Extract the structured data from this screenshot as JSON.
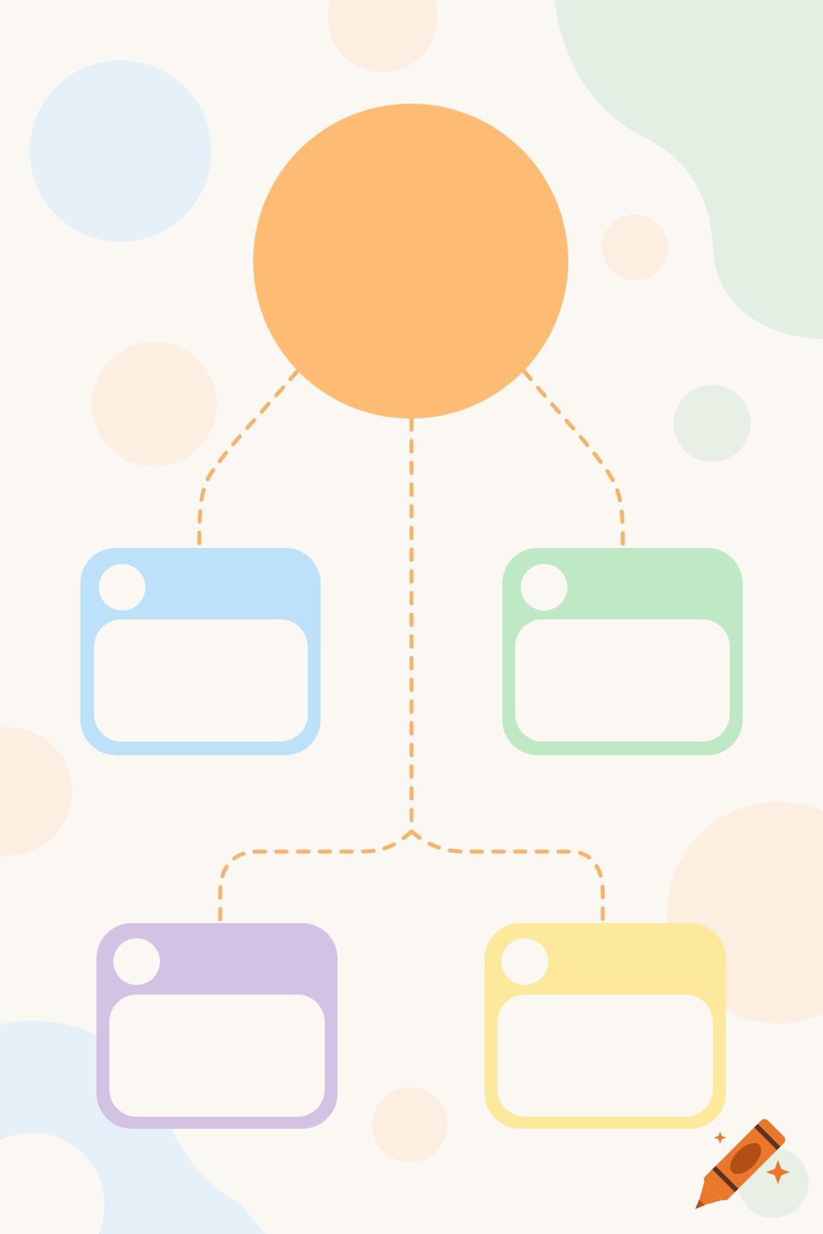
{
  "diagram": {
    "type": "hierarchy",
    "root": {
      "label": "",
      "color": "#fdbb74"
    },
    "connector_color": "#f5b46d",
    "cards": [
      {
        "id": "card-top-left",
        "label": "",
        "color": "#bde1f8",
        "header_dot": "white-circle"
      },
      {
        "id": "card-top-right",
        "label": "",
        "color": "#bfe8c4",
        "header_dot": "white-circle"
      },
      {
        "id": "card-bottom-left",
        "label": "",
        "color": "#d4c2e4",
        "header_dot": "white-circle"
      },
      {
        "id": "card-bottom-right",
        "label": "",
        "color": "#fde99c",
        "header_dot": "white-circle"
      }
    ]
  },
  "background": {
    "colors": [
      "#e4f0fa",
      "#fcefe1",
      "#e3eee3"
    ]
  },
  "decorations": {
    "icon": "crayon-icon",
    "crayon_color": "#e9782d",
    "sparkle_icon": "sparkle-icon"
  }
}
